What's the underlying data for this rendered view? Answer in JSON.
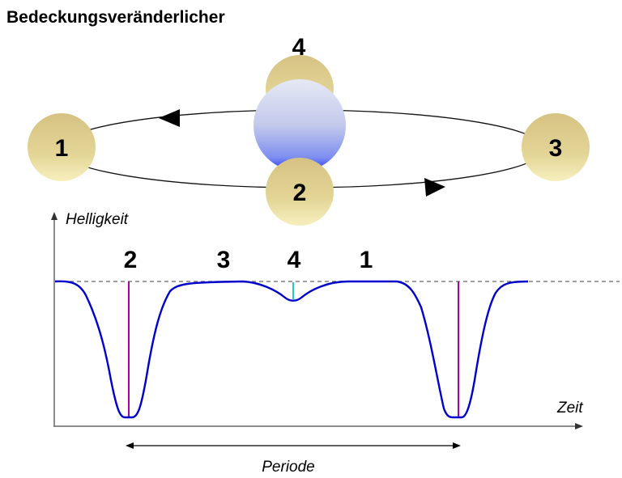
{
  "title": "Bedeckungsveränderlicher",
  "positions": {
    "p1": "1",
    "p2": "2",
    "p3": "3",
    "p4": "4"
  },
  "graph": {
    "ylabel": "Helligkeit",
    "xlabel": "Zeit",
    "period_label": "Periode",
    "phase_labels": [
      "2",
      "3",
      "4",
      "1"
    ]
  },
  "colors": {
    "curve": "#0000cc",
    "primary_marker": "#aa00aa",
    "secondary_marker": "#22cccc",
    "star_yellow": "#e0cf8a",
    "star_blue": "#3344ff"
  }
}
